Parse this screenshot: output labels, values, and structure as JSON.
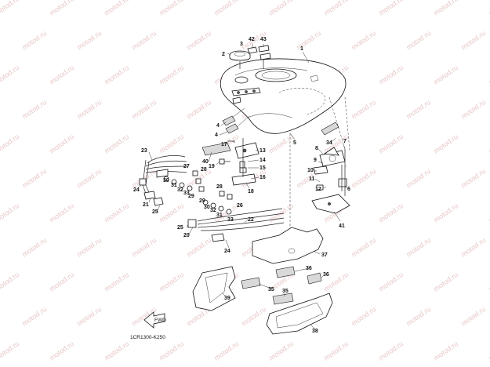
{
  "diagram": {
    "watermark_text": "motod.ru",
    "drawing_code": "1CR1300-K250",
    "fwd_label": "FWD",
    "callouts": [
      "1",
      "2",
      "3",
      "42",
      "43",
      "4",
      "4",
      "5",
      "6",
      "7",
      "8",
      "9",
      "10",
      "11",
      "12",
      "13",
      "14",
      "15",
      "16",
      "17",
      "18",
      "19",
      "20",
      "21",
      "22",
      "23",
      "24",
      "24",
      "25",
      "25",
      "26",
      "27",
      "28",
      "28",
      "29",
      "29",
      "30",
      "30",
      "31",
      "31",
      "32",
      "32",
      "33",
      "33",
      "34",
      "35",
      "35",
      "36",
      "36",
      "37",
      "38",
      "39",
      "40",
      "41"
    ]
  }
}
